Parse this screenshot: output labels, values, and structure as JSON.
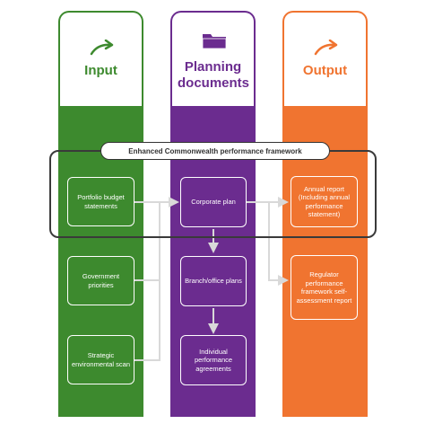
{
  "columns": {
    "input": {
      "title": "Input",
      "color": "#3d8a2e",
      "icon": "arrow-icon"
    },
    "planning": {
      "title": "Planning documents",
      "color": "#6b2c8f",
      "icon": "folder-icon"
    },
    "output": {
      "title": "Output",
      "color": "#f07430",
      "icon": "arrow-icon"
    }
  },
  "banner": "Enhanced Commonwealth performance framework",
  "boxes": {
    "portfolio_budget": "Portfolio budget statements",
    "government_priorities": "Government priorities",
    "strategic_scan": "Strategic environmental scan",
    "corporate_plan": "Corporate plan",
    "branch_plans": "Branch/office plans",
    "individual_agreements": "Individual performance agreements",
    "annual_report": "Annual report (Including annual performance statement)",
    "regulator_report": "Regulator performance framework self-assessment report"
  }
}
